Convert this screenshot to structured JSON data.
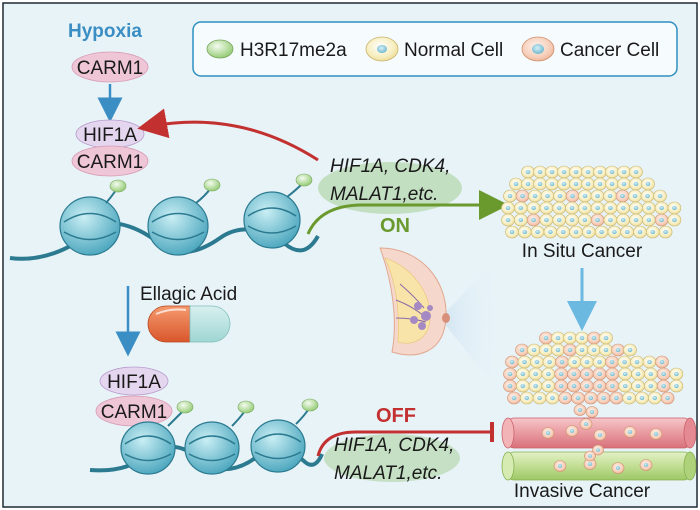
{
  "legend": {
    "h3r17": "H3R17me2a",
    "normal": "Normal Cell",
    "cancer": "Cancer Cell"
  },
  "top": {
    "condition": "Hypoxia",
    "carm1": "CARM1",
    "complex_hif1a": "HIF1A",
    "complex_carm1": "CARM1",
    "genes_line1": "HIF1A, CDK4,",
    "genes_line2": "MALAT1,etc.",
    "state": "ON"
  },
  "middle": {
    "treatment": "Ellagic Acid"
  },
  "bottom": {
    "hif1a": "HIF1A",
    "carm1": "CARM1",
    "state": "OFF",
    "genes_line1": "HIF1A, CDK4,",
    "genes_line2": "MALAT1,etc."
  },
  "right": {
    "in_situ": "In Situ Cancer",
    "invasive": "Invasive Cancer"
  },
  "colors": {
    "background": "#e8f3f8",
    "hypoxia": "#3a8ec4",
    "nucleosome": "#5ab4c8",
    "dna": "#2b7a90",
    "on_arrow": "#6a9a2e",
    "off_red": "#c23030",
    "h3_mark": "#bfe0a8"
  }
}
